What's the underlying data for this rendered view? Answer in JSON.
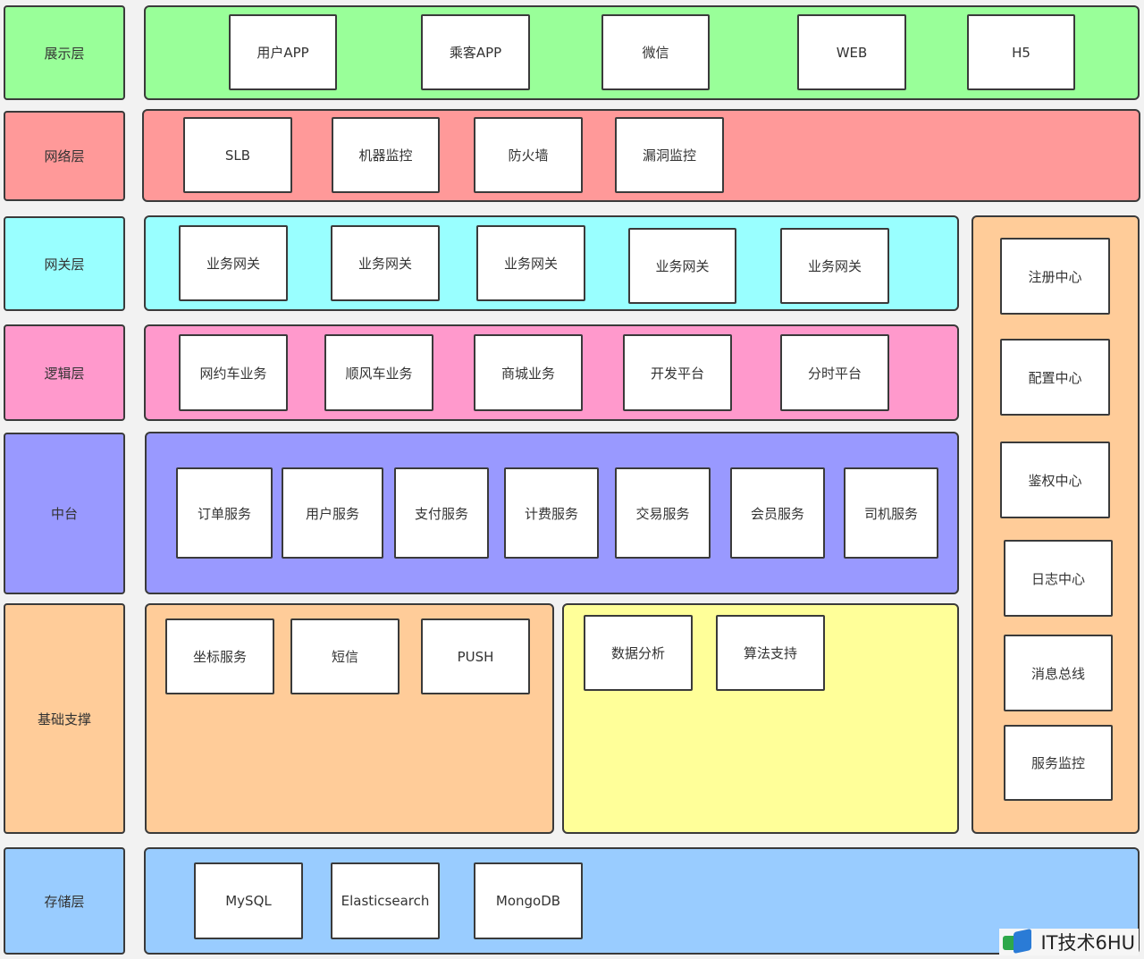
{
  "layers": {
    "presentation": "展示层",
    "network": "网络层",
    "gateway": "网关层",
    "logic": "逻辑层",
    "middle": "中台",
    "foundation": "基础支撑",
    "storage": "存储层"
  },
  "presentation_items": [
    "用户APP",
    "乘客APP",
    "微信",
    "WEB",
    "H5"
  ],
  "network_items": [
    "SLB",
    "机器监控",
    "防火墙",
    "漏洞监控"
  ],
  "gateway_items": [
    "业务网关",
    "业务网关",
    "业务网关",
    "业务网关",
    "业务网关"
  ],
  "logic_items": [
    "网约车业务",
    "顺风车业务",
    "商城业务",
    "开发平台",
    "分时平台"
  ],
  "middle_items": [
    "订单服务",
    "用户服务",
    "支付服务",
    "计费服务",
    "交易服务",
    "会员服务",
    "司机服务"
  ],
  "foundation_items": [
    "坐标服务",
    "短信",
    "PUSH"
  ],
  "data_items": [
    "数据分析",
    "算法支持"
  ],
  "sidebar_items": [
    "注册中心",
    "配置中心",
    "鉴权中心",
    "日志中心",
    "消息总线",
    "服务监控"
  ],
  "storage_items": [
    "MySQL",
    "Elasticsearch",
    "MongoDB"
  ],
  "colors": {
    "presentation": "#99ff99",
    "network": "#ff9999",
    "gateway": "#99ffff",
    "logic": "#ff99cc",
    "middle": "#9999ff",
    "foundation": "#ffcc99",
    "data": "#ffff99",
    "storage": "#99ccff",
    "sidebar": "#ffcc99"
  },
  "watermark": "IT技术6HU"
}
